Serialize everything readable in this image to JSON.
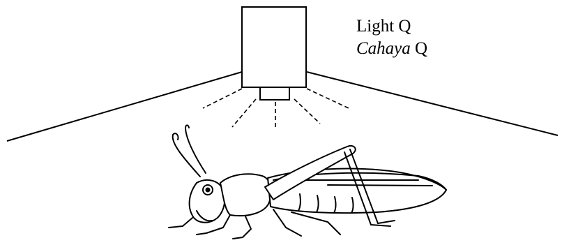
{
  "labels": {
    "light_en": "Light Q",
    "light_ms_word": "Cahaya",
    "light_ms_letter": " Q"
  },
  "colors": {
    "ink": "#000000",
    "background": "#ffffff"
  },
  "icons": {
    "lamp": "lamp-icon",
    "insect": "grasshopper-icon"
  }
}
